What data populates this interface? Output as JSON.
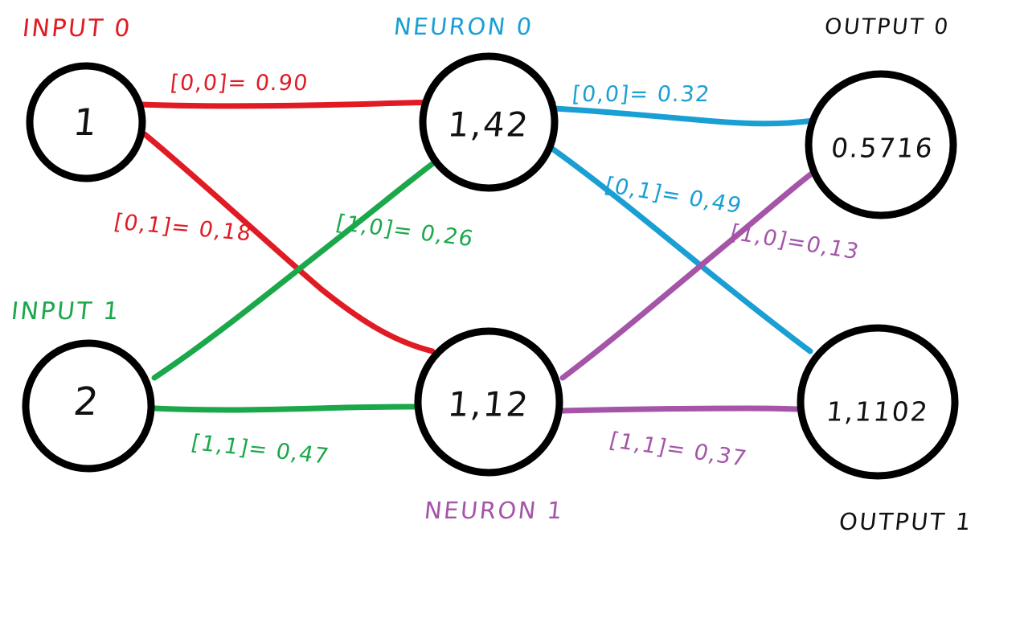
{
  "diagram": {
    "kind": "neural-network-sketch",
    "background": "#ffffff",
    "colors": {
      "input0": "#e01b24",
      "input1": "#1aa84a",
      "neuron0": "#1a9fd4",
      "neuron1": "#a martin",
      "neuron1_hex": "#a455a8",
      "node_outline": "#000000",
      "node_text": "#111111"
    }
  },
  "titles": {
    "input_0": "INPUT 0",
    "input_1": "INPUT 1",
    "neuron_0": "NEURON 0",
    "neuron_1": "NEURON 1",
    "output_0": "OUTPUT 0",
    "output_1": "OUTPUT 1"
  },
  "nodes": {
    "input_0": {
      "value": "1"
    },
    "input_1": {
      "value": "2"
    },
    "neuron_0": {
      "value": "1,42"
    },
    "neuron_1": {
      "value": "1,12"
    },
    "output_0": {
      "value": "0.5716"
    },
    "output_1": {
      "value": "1,1102"
    }
  },
  "weights": {
    "layer1": [
      {
        "index": "[0,0]",
        "label": "[0,0]= 0.90",
        "value": "0.90",
        "color": "#e01b24"
      },
      {
        "index": "[0,1]",
        "label": "[0,1]= 0,18",
        "value": "0,18",
        "color": "#e01b24"
      },
      {
        "index": "[1,0]",
        "label": "[1,0]= 0,26",
        "value": "0,26",
        "color": "#1aa84a"
      },
      {
        "index": "[1,1]",
        "label": "[1,1]= 0,47",
        "value": "0,47",
        "color": "#1aa84a"
      }
    ],
    "layer2": [
      {
        "index": "[0,0]",
        "label": "[0,0]= 0.32",
        "value": "0.32",
        "color": "#1a9fd4"
      },
      {
        "index": "[0,1]",
        "label": "[0,1]= 0,49",
        "value": "0,49",
        "color": "#1a9fd4"
      },
      {
        "index": "[1,0]",
        "label": "[1,0]=0,13",
        "value": "0,13",
        "color": "#a455a8"
      },
      {
        "index": "[1,1]",
        "label": "[1,1]= 0,37",
        "value": "0,37",
        "color": "#a455a8"
      }
    ]
  }
}
